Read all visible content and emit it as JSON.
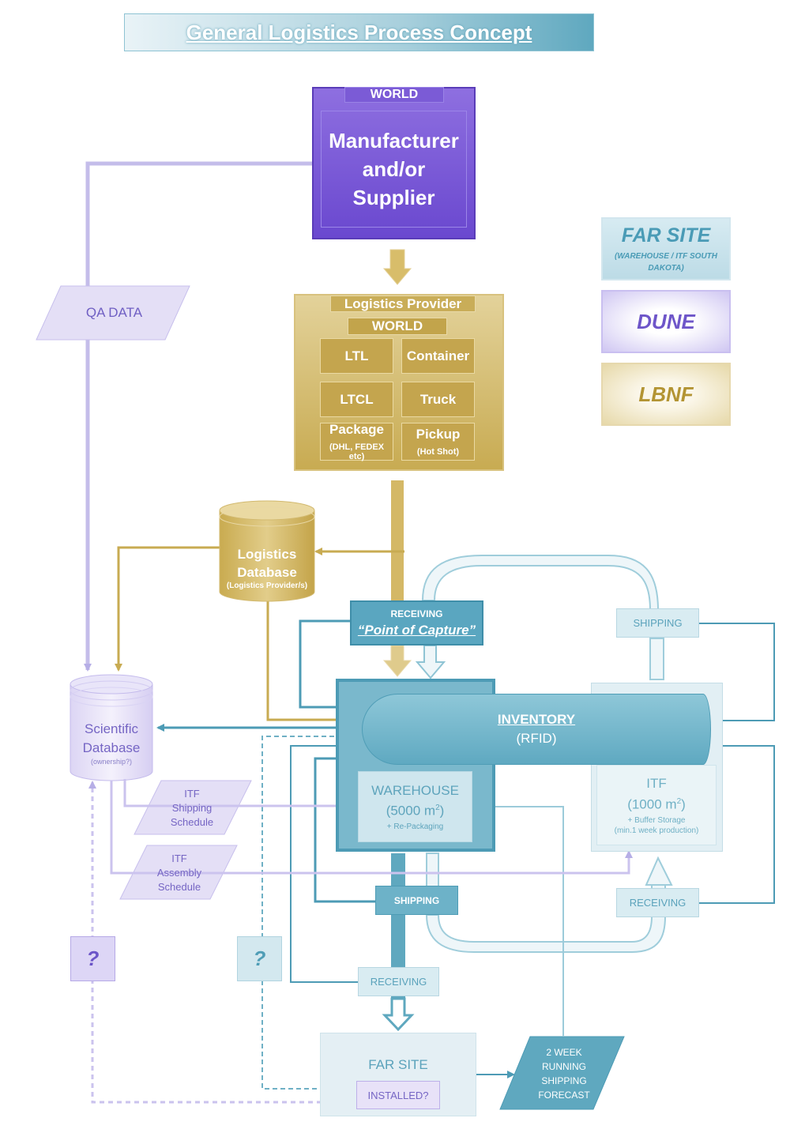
{
  "title": "General Logistics Process Concept",
  "manufacturer": {
    "tag": "WORLD",
    "label": "Manufacturer\nand/or\nSupplier"
  },
  "logistics_provider": {
    "title": "Logistics Provider",
    "tag": "WORLD",
    "cells": [
      {
        "label": "LTL",
        "sub": ""
      },
      {
        "label": "Container",
        "sub": ""
      },
      {
        "label": "LTCL",
        "sub": ""
      },
      {
        "label": "Truck",
        "sub": ""
      },
      {
        "label": "Package",
        "sub": "(DHL, FEDEX etc)"
      },
      {
        "label": "Pickup",
        "sub": "(Hot Shot)"
      }
    ]
  },
  "logistics_database": {
    "label": "Logistics\nDatabase",
    "sub": "(Logistics Provider/s)"
  },
  "qa_data": "QA DATA",
  "scientific_database": {
    "label": "Scientific\nDatabase",
    "sub": "(ownership?)"
  },
  "legend": {
    "far_site": "FAR SITE",
    "far_site_sub": "(WAREHOUSE / ITF SOUTH\nDAKOTA)",
    "dune": "DUNE",
    "lbnf": "LBNF"
  },
  "receiving_capture": {
    "label": "RECEIVING",
    "sub": "“Point of Capture”"
  },
  "inventory": {
    "label": "INVENTORY",
    "sub": "(RFID)"
  },
  "warehouse": {
    "label": "WAREHOUSE",
    "area": "(5000 m",
    "sup": "2",
    "close": ")",
    "sub": "+ Re-Packaging"
  },
  "itf": {
    "label": "ITF",
    "area": "(1000 m",
    "sup": "2",
    "close": ")",
    "sub": "+ Buffer Storage\n(min.1 week production)"
  },
  "shipping_top": "SHIPPING",
  "shipping_mid": "SHIPPING",
  "receiving_itf": "RECEIVING",
  "receiving_far": "RECEIVING",
  "itf_shipping_schedule": "ITF\nShipping\nSchedule",
  "itf_assembly_schedule": "ITF\nAssembly\nSchedule",
  "question_purple": "?",
  "question_blue": "?",
  "far_site": {
    "label": "FAR SITE",
    "installed": "INSTALLED?"
  },
  "forecast": "2 WEEK\nRUNNING\nSHIPPING\nFORECAST",
  "colors": {
    "dune": "#6a48cf",
    "lbnf": "#c8ab52",
    "far_site": "#5fa8bf"
  }
}
